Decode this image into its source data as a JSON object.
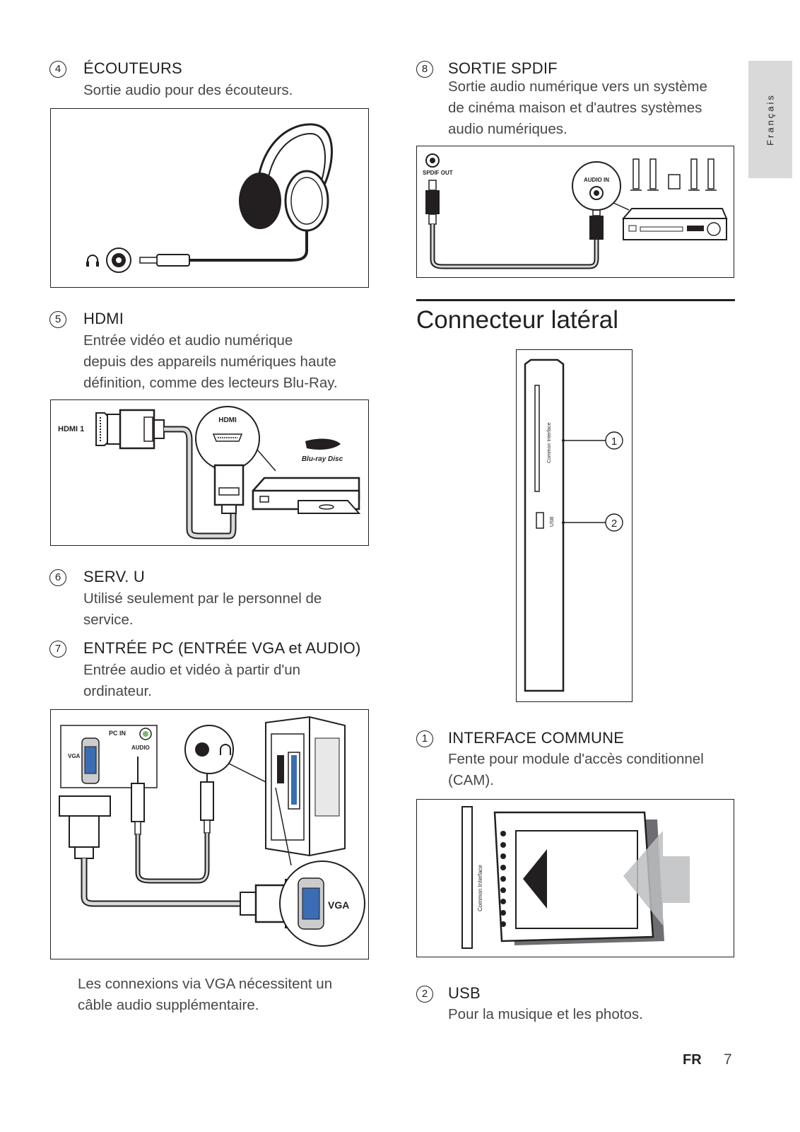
{
  "sidebar": {
    "language": "Français"
  },
  "sections": {
    "s4": {
      "num": "4",
      "title": "ÉCOUTEURS",
      "desc": [
        "Sortie audio pour des écouteurs."
      ]
    },
    "s5": {
      "num": "5",
      "title": "HDMI",
      "desc": [
        "Entrée vidéo et audio numérique",
        "depuis des appareils numériques haute",
        "définition, comme des lecteurs Blu-Ray."
      ]
    },
    "s6": {
      "num": "6",
      "title": "SERV. U",
      "desc": [
        "Utilisé seulement par le personnel de",
        "service."
      ]
    },
    "s7": {
      "num": "7",
      "title": "ENTRÉE PC (ENTRÉE VGA et AUDIO)",
      "desc": [
        "Entrée audio et vidéo à partir d'un",
        "ordinateur."
      ]
    },
    "s8": {
      "num": "8",
      "title": "SORTIE SPDIF",
      "desc": [
        "Sortie audio numérique vers un système",
        "de cinéma maison et d'autres systèmes",
        "audio numériques."
      ]
    },
    "c1": {
      "num": "1",
      "title": "INTERFACE COMMUNE",
      "desc": [
        "Fente pour module d'accès conditionnel",
        "(CAM)."
      ]
    },
    "c2": {
      "num": "2",
      "title": "USB",
      "desc": [
        "Pour la musique et les photos."
      ]
    }
  },
  "side_connector": {
    "heading": "Connecteur latéral"
  },
  "figures": {
    "hdmi": {
      "port_label": "HDMI 1",
      "device_label": "HDMI",
      "logo_text": "Blu-ray Disc"
    },
    "pc": {
      "pc_in": "PC IN",
      "vga_small": "VGA",
      "audio": "AUDIO",
      "vga_big": "VGA"
    },
    "spdif": {
      "out_label": "SPDIF OUT",
      "in_label": "AUDIO IN"
    },
    "side": {
      "ci_label": "Common Interface",
      "usb_label": "USB",
      "callout1": "1",
      "callout2": "2"
    },
    "cam": {
      "ci_label": "Common Interface"
    }
  },
  "vga_note": [
    "Les connexions via VGA nécessitent un",
    "câble audio supplémentaire."
  ],
  "footer": {
    "lang_code": "FR",
    "page": "7"
  }
}
